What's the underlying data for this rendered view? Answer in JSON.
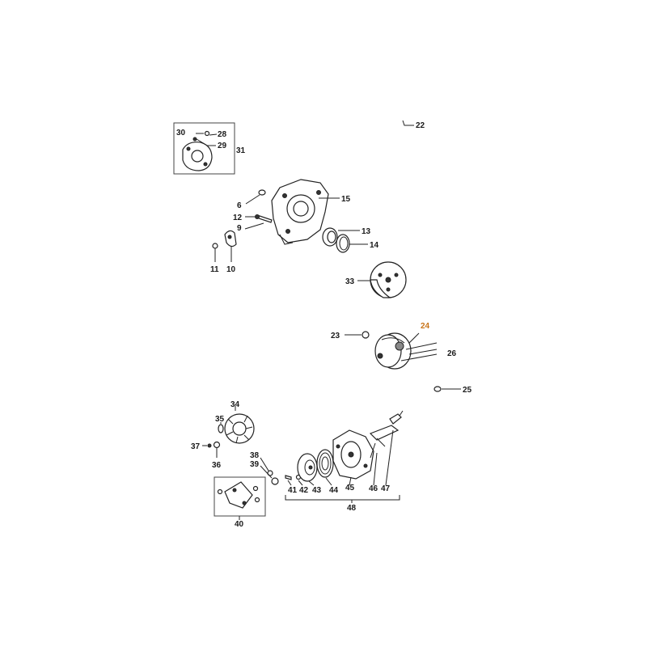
{
  "labels": {
    "l22": "22",
    "l30": "30",
    "l28": "28",
    "l29": "29",
    "l31": "31",
    "l6": "6",
    "l15": "15",
    "l12": "12",
    "l9": "9",
    "l13": "13",
    "l14": "14",
    "l11": "11",
    "l10": "10",
    "l33": "33",
    "l24": "24",
    "l23": "23",
    "l26": "26",
    "l25": "25",
    "l34": "34",
    "l35": "35",
    "l37": "37",
    "l36": "36",
    "l38": "38",
    "l39": "39",
    "l41": "41",
    "l42": "42",
    "l43": "43",
    "l44": "44",
    "l45": "45",
    "l46": "46",
    "l47": "47",
    "l48": "48",
    "l40": "40"
  },
  "colors": {
    "highlight": "#c8741a"
  }
}
